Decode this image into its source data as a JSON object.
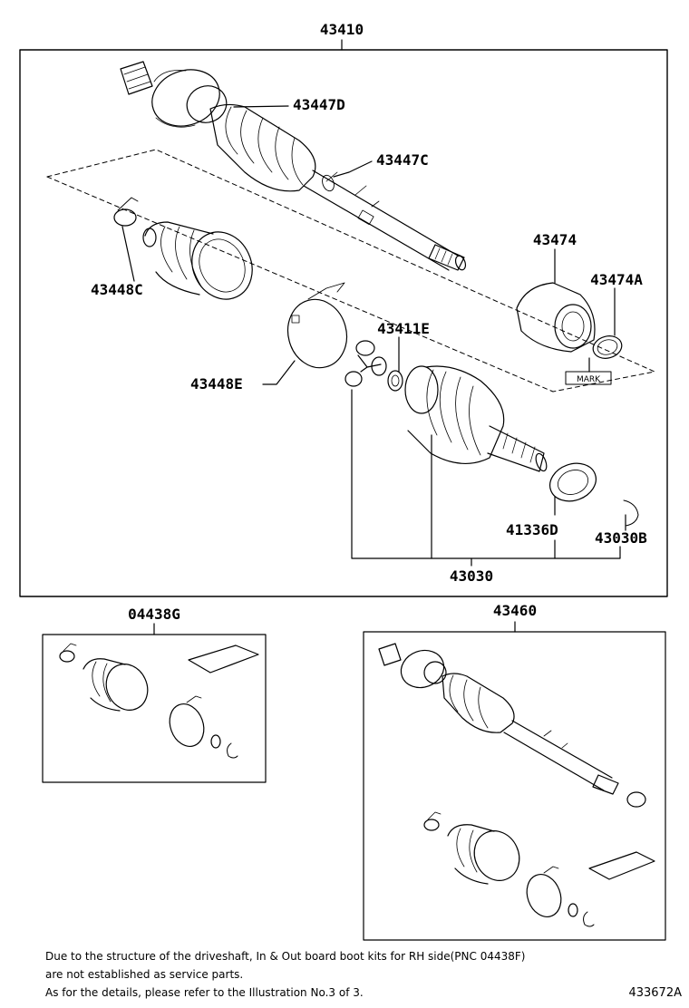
{
  "labels": {
    "p43410": "43410",
    "p43447D": "43447D",
    "p43447C": "43447C",
    "p43448C": "43448C",
    "p43474": "43474",
    "p43474A": "43474A",
    "p43411E": "43411E",
    "p43448E": "43448E",
    "p41336D": "41336D",
    "p43030B": "43030B",
    "p43030": "43030",
    "p04438G": "04438G",
    "p43460": "43460",
    "mark": "MARK"
  },
  "notes": {
    "line1": "Due to the structure of the driveshaft, In & Out board boot kits for RH side(PNC 04438F)",
    "line2": "are not established as service parts.",
    "line3": "As for the details, please refer to the Illustration No.3 of 3."
  },
  "illustration_id": "433672A"
}
